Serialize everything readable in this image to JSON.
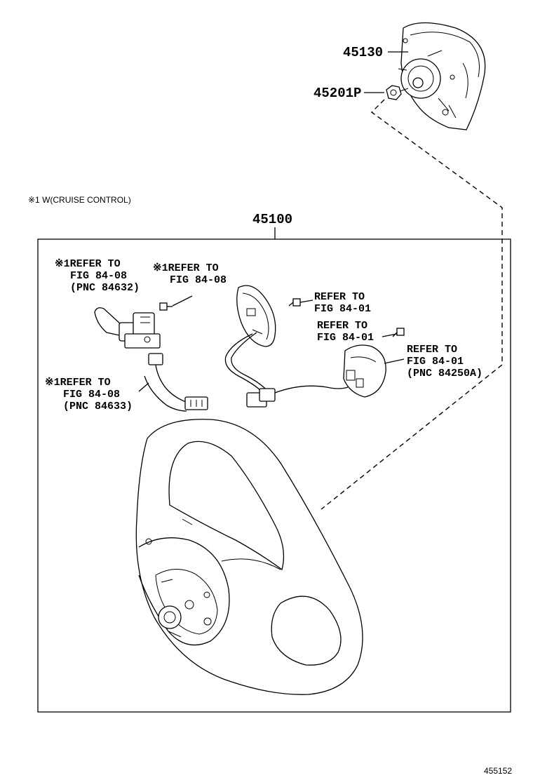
{
  "note": "※1 W(CRUISE CONTROL)",
  "assembly_number": "45100",
  "figure_id": "455152",
  "parts": [
    {
      "id": "45130",
      "label": "45130"
    },
    {
      "id": "45201P",
      "label": "45201P"
    }
  ],
  "callouts": [
    {
      "id": "c1",
      "lines": [
        "※1REFER TO",
        "FIG 84-08",
        "(PNC 84632)"
      ]
    },
    {
      "id": "c2",
      "lines": [
        "※1REFER TO",
        "FIG 84-08"
      ]
    },
    {
      "id": "c3",
      "lines": [
        "REFER TO",
        "FIG 84-01"
      ]
    },
    {
      "id": "c4",
      "lines": [
        "REFER TO",
        "FIG 84-01"
      ]
    },
    {
      "id": "c5",
      "lines": [
        "REFER TO",
        "FIG 84-01",
        "(PNC 84250A)"
      ]
    },
    {
      "id": "c6",
      "lines": [
        "※1REFER TO",
        "FIG 84-08",
        "(PNC 84633)"
      ]
    }
  ]
}
